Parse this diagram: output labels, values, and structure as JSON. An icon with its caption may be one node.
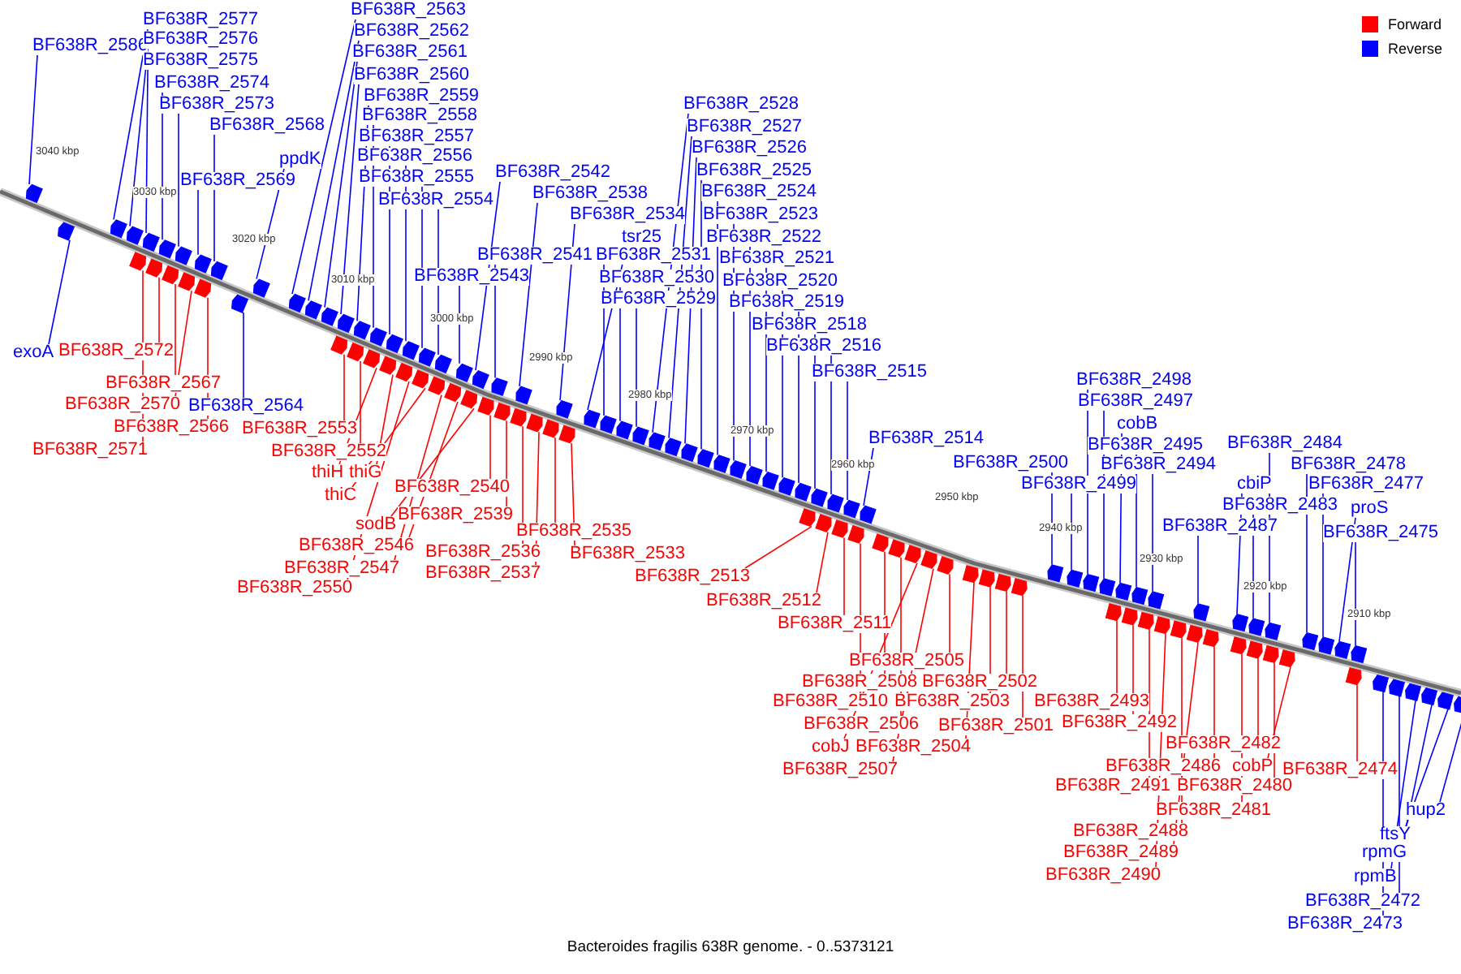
{
  "diagram": {
    "caption": "Bacteroides fragilis 638R genome. - 0..5373121",
    "nodes": [
      {
        "text": [
          "BF638R_2586"
        ]
      },
      {
        "text": [
          "BF638R_2577"
        ]
      },
      {
        "text": [
          "BF638R_2576"
        ]
      },
      {
        "text": [
          "BF638R_2575"
        ]
      },
      {
        "text": [
          "BF638R_2574"
        ]
      },
      {
        "text": [
          "BF638R_2573"
        ]
      },
      {
        "text": [
          "BF638R_2568"
        ]
      },
      {
        "text": [
          "ppdK"
        ]
      },
      {
        "text": [
          "BF638R_2569"
        ]
      },
      {
        "text": [
          "BF638R_2563"
        ]
      },
      {
        "text": [
          "BF638R_2562"
        ]
      },
      {
        "text": [
          "BF638R_2561"
        ]
      },
      {
        "text": [
          "BF638R_2560"
        ]
      },
      {
        "text": [
          "BF638R_2559"
        ]
      },
      {
        "text": [
          "BF638R_2558"
        ]
      },
      {
        "text": [
          "BF638R_2557"
        ]
      },
      {
        "text": [
          "BF638R_2556"
        ]
      },
      {
        "text": [
          "BF638R_2555"
        ]
      },
      {
        "text": [
          "BF638R_2554"
        ]
      },
      {
        "text": [
          "BF638R_2542"
        ]
      },
      {
        "text": [
          "BF638R_2538"
        ]
      },
      {
        "text": [
          "BF638R_2534"
        ]
      },
      {
        "text": [
          "tsr25"
        ]
      },
      {
        "text": [
          "BF638R_2541"
        ]
      },
      {
        "text": [
          "BF638R_2531"
        ]
      },
      {
        "text": [
          "BF638R_2543"
        ]
      },
      {
        "text": [
          "BF638R_2530"
        ]
      },
      {
        "text": [
          "BF638R_2529"
        ]
      },
      {
        "text": [
          "BF638R_2528"
        ]
      },
      {
        "text": [
          "BF638R_2527"
        ]
      },
      {
        "text": [
          "BF638R_2526"
        ]
      },
      {
        "text": [
          "BF638R_2525"
        ]
      },
      {
        "text": [
          "BF638R_2524"
        ]
      },
      {
        "text": [
          "BF638R_2523"
        ]
      },
      {
        "text": [
          "BF638R_2522"
        ]
      },
      {
        "text": [
          "BF638R_2521"
        ]
      },
      {
        "text": [
          "BF638R_2520"
        ]
      },
      {
        "text": [
          "BF638R_2519"
        ]
      },
      {
        "text": [
          "BF638R_2518"
        ]
      },
      {
        "text": [
          "BF638R_2516"
        ]
      },
      {
        "text": [
          "BF638R_2515"
        ]
      },
      {
        "text": [
          "BF638R_2514"
        ]
      },
      {
        "text": [
          "BF638R_2500"
        ]
      },
      {
        "text": [
          "BF638R_2498"
        ]
      },
      {
        "text": [
          "BF638R_2497"
        ]
      },
      {
        "text": [
          "cobB"
        ]
      },
      {
        "text": [
          "BF638R_2495"
        ]
      },
      {
        "text": [
          "BF638R_2494"
        ]
      },
      {
        "text": [
          "BF638R_2499"
        ]
      },
      {
        "text": [
          "BF638R_2484"
        ]
      },
      {
        "text": [
          "BF638R_2478"
        ]
      },
      {
        "text": [
          "cbiP"
        ]
      },
      {
        "text": [
          "BF638R_2477"
        ]
      },
      {
        "text": [
          "BF638R_2483"
        ]
      },
      {
        "text": [
          "proS"
        ]
      },
      {
        "text": [
          "BF638R_2487"
        ]
      },
      {
        "text": [
          "BF638R_2475"
        ]
      },
      {
        "text": [
          "exoA"
        ]
      },
      {
        "text": [
          "BF638R_2564"
        ]
      },
      {
        "text": [
          "BF638R_2572"
        ]
      },
      {
        "text": [
          "BF638R_2567"
        ]
      },
      {
        "text": [
          "BF638R_2570"
        ]
      },
      {
        "text": [
          "BF638R_2566"
        ]
      },
      {
        "text": [
          "BF638R_2571"
        ]
      },
      {
        "text": [
          "BF638R_2553"
        ]
      },
      {
        "text": [
          "BF638R_2552"
        ]
      },
      {
        "text": [
          "thiH"
        ]
      },
      {
        "text": [
          "thiG"
        ]
      },
      {
        "text": [
          "BF638R_2540"
        ]
      },
      {
        "text": [
          "thiC"
        ]
      },
      {
        "text": [
          "BF638R_2539"
        ]
      },
      {
        "text": [
          "sodB"
        ]
      },
      {
        "text": [
          "BF638R_2535"
        ]
      },
      {
        "text": [
          "BF638R_2546"
        ]
      },
      {
        "text": [
          "BF638R_2536"
        ]
      },
      {
        "text": [
          "BF638R_2533"
        ]
      },
      {
        "text": [
          "BF638R_2547"
        ]
      },
      {
        "text": [
          "BF638R_2537"
        ]
      },
      {
        "text": [
          "BF638R_2513"
        ]
      },
      {
        "text": [
          "BF638R_2550"
        ]
      },
      {
        "text": [
          "BF638R_2512"
        ]
      },
      {
        "text": [
          "BF638R_2511"
        ]
      },
      {
        "text": [
          "BF638R_2505"
        ]
      },
      {
        "text": [
          "BF638R_2508"
        ]
      },
      {
        "text": [
          "BF638R_2502"
        ]
      },
      {
        "text": [
          "BF638R_2510"
        ]
      },
      {
        "text": [
          "BF638R_2503"
        ]
      },
      {
        "text": [
          "BF638R_2493"
        ]
      },
      {
        "text": [
          "BF638R_2492"
        ]
      },
      {
        "text": [
          "BF638R_2506"
        ]
      },
      {
        "text": [
          "BF638R_2501"
        ]
      },
      {
        "text": [
          "BF638R_2482"
        ]
      },
      {
        "text": [
          "cobJ"
        ]
      },
      {
        "text": [
          "BF638R_2504"
        ]
      },
      {
        "text": [
          "BF638R_2486"
        ]
      },
      {
        "text": [
          "cobP"
        ]
      },
      {
        "text": [
          "BF638R_2474"
        ]
      },
      {
        "text": [
          "BF638R_2507"
        ]
      },
      {
        "text": [
          "BF638R_2491"
        ]
      },
      {
        "text": [
          "BF638R_2480"
        ]
      },
      {
        "text": [
          "BF638R_2481"
        ]
      },
      {
        "text": [
          "BF638R_2488"
        ]
      },
      {
        "text": [
          "BF638R_2489"
        ]
      },
      {
        "text": [
          "BF638R_2490"
        ]
      },
      {
        "text": [
          "hup2"
        ]
      },
      {
        "text": [
          "ftsY"
        ]
      },
      {
        "text": [
          "rpmG"
        ]
      },
      {
        "text": [
          "rpmB"
        ]
      },
      {
        "text": [
          "BF638R_2472"
        ]
      },
      {
        "text": [
          "BF638R_2473"
        ]
      },
      {
        "text": [],
        "shape": "pentagon"
      },
      {
        "text": [],
        "shape": "pentagon"
      },
      {
        "text": [],
        "shape": "pentagon"
      },
      {
        "text": [],
        "shape": "pentagon"
      },
      {
        "text": [],
        "shape": "pentagon"
      },
      {
        "text": [],
        "shape": "pentagon"
      },
      {
        "text": [],
        "shape": "pentagon"
      },
      {
        "text": [],
        "shape": "pentagon"
      },
      {
        "text": [],
        "shape": "pentagon"
      },
      {
        "text": [],
        "shape": "pentagon"
      },
      {
        "text": [],
        "shape": "pentagon"
      },
      {
        "text": [],
        "shape": "pentagon"
      },
      {
        "text": [],
        "shape": "pentagon"
      },
      {
        "text": [],
        "shape": "pentagon"
      },
      {
        "text": [],
        "shape": "pentagon"
      },
      {
        "text": [],
        "shape": "pentagon"
      },
      {
        "text": [],
        "shape": "pentagon"
      },
      {
        "text": [],
        "shape": "pentagon"
      },
      {
        "text": [],
        "shape": "pentagon"
      },
      {
        "text": [],
        "shape": "pentagon"
      },
      {
        "text": [],
        "shape": "pentagon"
      },
      {
        "text": [],
        "shape": "pentagon"
      },
      {
        "text": [],
        "shape": "pentagon"
      },
      {
        "text": [],
        "shape": "pentagon"
      },
      {
        "text": [],
        "shape": "pentagon"
      },
      {
        "text": [],
        "shape": "pentagon"
      },
      {
        "text": [],
        "shape": "pentagon"
      },
      {
        "text": [],
        "shape": "pentagon"
      },
      {
        "text": [],
        "shape": "pentagon"
      },
      {
        "text": [],
        "shape": "pentagon"
      },
      {
        "text": [],
        "shape": "pentagon"
      },
      {
        "text": [],
        "shape": "pentagon"
      },
      {
        "text": [],
        "shape": "pentagon"
      },
      {
        "text": [],
        "shape": "pentagon"
      },
      {
        "text": [],
        "shape": "pentagon"
      },
      {
        "text": [],
        "shape": "pentagon"
      },
      {
        "text": [],
        "shape": "pentagon"
      },
      {
        "text": [],
        "shape": "pentagon"
      },
      {
        "text": [],
        "shape": "pentagon"
      },
      {
        "text": [],
        "shape": "pentagon"
      },
      {
        "text": [],
        "shape": "pentagon"
      },
      {
        "text": [],
        "shape": "pentagon"
      },
      {
        "text": [],
        "shape": "pentagon"
      },
      {
        "text": [],
        "shape": "pentagon"
      },
      {
        "text": [],
        "shape": "pentagon"
      },
      {
        "text": [],
        "shape": "pentagon"
      },
      {
        "text": [],
        "shape": "pentagon"
      },
      {
        "text": [],
        "shape": "pentagon"
      },
      {
        "text": [],
        "shape": "pentagon"
      },
      {
        "text": [],
        "shape": "pentagon"
      },
      {
        "text": [],
        "shape": "pentagon"
      },
      {
        "text": [],
        "shape": "pentagon"
      },
      {
        "text": [],
        "shape": "pentagon"
      },
      {
        "text": [],
        "shape": "pentagon"
      },
      {
        "text": [],
        "shape": "pentagon"
      },
      {
        "text": [],
        "shape": "pentagon"
      },
      {
        "text": [],
        "shape": "pentagon"
      },
      {
        "text": [],
        "shape": "pentagon"
      },
      {
        "text": [],
        "shape": "pentagon"
      },
      {
        "text": [],
        "shape": "pentagon"
      },
      {
        "text": [],
        "shape": "pentagon"
      },
      {
        "text": [],
        "shape": "pentagon"
      },
      {
        "text": [],
        "shape": "pentagon"
      },
      {
        "text": [],
        "shape": "pentagon"
      },
      {
        "text": [],
        "shape": "pentagon"
      },
      {
        "text": [],
        "shape": "pentagon"
      },
      {
        "text": [],
        "shape": "pentagon"
      },
      {
        "text": [],
        "shape": "pentagon"
      },
      {
        "text": [],
        "shape": "pentagon"
      },
      {
        "text": [],
        "shape": "pentagon"
      },
      {
        "text": [],
        "shape": "pentagon"
      },
      {
        "text": [],
        "shape": "pentagon"
      },
      {
        "text": [],
        "shape": "pentagon"
      },
      {
        "text": [],
        "shape": "pentagon"
      },
      {
        "text": [],
        "shape": "pentagon"
      },
      {
        "text": [],
        "shape": "pentagon"
      },
      {
        "text": [],
        "shape": "pentagon"
      },
      {
        "text": [],
        "shape": "pentagon"
      },
      {
        "text": [],
        "shape": "pentagon"
      },
      {
        "text": [],
        "shape": "pentagon"
      },
      {
        "text": [],
        "shape": "pentagon"
      },
      {
        "text": [],
        "shape": "pentagon"
      },
      {
        "text": [],
        "shape": "pentagon"
      },
      {
        "text": [],
        "shape": "pentagon"
      },
      {
        "text": [],
        "shape": "pentagon"
      },
      {
        "text": [],
        "shape": "pentagon"
      },
      {
        "text": [],
        "shape": "pentagon"
      },
      {
        "text": [],
        "shape": "pentagon"
      },
      {
        "text": [],
        "shape": "pentagon"
      },
      {
        "text": [],
        "shape": "pentagon"
      },
      {
        "text": [],
        "shape": "pentagon"
      },
      {
        "text": [],
        "shape": "pentagon"
      },
      {
        "text": [],
        "shape": "pentagon"
      },
      {
        "text": [],
        "shape": "pentagon"
      },
      {
        "text": [],
        "shape": "pentagon"
      },
      {
        "text": [],
        "shape": "pentagon"
      },
      {
        "text": [],
        "shape": "pentagon"
      },
      {
        "text": [],
        "shape": "pentagon"
      },
      {
        "text": [],
        "shape": "pentagon"
      },
      {
        "text": [],
        "shape": "pentagon"
      },
      {
        "text": [],
        "shape": "pentagon"
      },
      {
        "text": [],
        "shape": "pentagon"
      },
      {
        "text": [],
        "shape": "pentagon"
      },
      {
        "text": [],
        "shape": "pentagon"
      },
      {
        "text": [],
        "shape": "pentagon"
      },
      {
        "text": [],
        "shape": "pentagon"
      },
      {
        "text": [],
        "shape": "pentagon"
      },
      {
        "text": [],
        "shape": "pentagon"
      },
      {
        "text": [],
        "shape": "pentagon"
      },
      {
        "text": [],
        "shape": "pentagon"
      }
    ],
    "edges": [
      {
        "from": 0,
        "to": 110,
        "arrow": "none",
        "color": "#0000ff"
      },
      {
        "from": 57,
        "to": 111,
        "arrow": "none",
        "color": "#0000ff"
      },
      {
        "from": 1,
        "to": 112,
        "arrow": "none",
        "color": "#0000ff"
      },
      {
        "from": 2,
        "to": 113,
        "arrow": "none",
        "color": "#0000ff"
      },
      {
        "from": 3,
        "to": 114,
        "arrow": "none",
        "color": "#0000ff"
      },
      {
        "from": 63,
        "to": 115,
        "arrow": "none",
        "color": "#ff0000"
      },
      {
        "from": 4,
        "to": 116,
        "arrow": "none",
        "color": "#0000ff"
      },
      {
        "from": 59,
        "to": 117,
        "arrow": "none",
        "color": "#ff0000"
      },
      {
        "from": 60,
        "to": 118,
        "arrow": "none",
        "color": "#ff0000"
      },
      {
        "from": 5,
        "to": 119,
        "arrow": "none",
        "color": "#0000ff"
      },
      {
        "from": 61,
        "to": 120,
        "arrow": "none",
        "color": "#ff0000"
      },
      {
        "from": 8,
        "to": 121,
        "arrow": "none",
        "color": "#0000ff"
      },
      {
        "from": 62,
        "to": 122,
        "arrow": "none",
        "color": "#ff0000"
      },
      {
        "from": 6,
        "to": 123,
        "arrow": "none",
        "color": "#0000ff"
      },
      {
        "from": 58,
        "to": 124,
        "arrow": "none",
        "color": "#0000ff"
      },
      {
        "from": 7,
        "to": 125,
        "arrow": "none",
        "color": "#0000ff"
      },
      {
        "from": 9,
        "to": 126,
        "arrow": "none",
        "color": "#0000ff"
      },
      {
        "from": 10,
        "to": 127,
        "arrow": "none",
        "color": "#0000ff"
      },
      {
        "from": 11,
        "to": 128,
        "arrow": "none",
        "color": "#0000ff"
      },
      {
        "from": 12,
        "to": 129,
        "arrow": "none",
        "color": "#0000ff"
      },
      {
        "from": 13,
        "to": 130,
        "arrow": "none",
        "color": "#0000ff"
      },
      {
        "from": 14,
        "to": 131,
        "arrow": "none",
        "color": "#0000ff"
      },
      {
        "from": 15,
        "to": 132,
        "arrow": "none",
        "color": "#0000ff"
      },
      {
        "from": 16,
        "to": 133,
        "arrow": "none",
        "color": "#0000ff"
      },
      {
        "from": 64,
        "to": 134,
        "arrow": "none",
        "color": "#ff0000"
      },
      {
        "from": 17,
        "to": 135,
        "arrow": "none",
        "color": "#0000ff"
      },
      {
        "from": 65,
        "to": 136,
        "arrow": "none",
        "color": "#ff0000"
      },
      {
        "from": 66,
        "to": 137,
        "arrow": "none",
        "color": "#ff0000"
      },
      {
        "from": 18,
        "to": 138,
        "arrow": "none",
        "color": "#0000ff"
      },
      {
        "from": 67,
        "to": 139,
        "arrow": "none",
        "color": "#ff0000"
      },
      {
        "from": 79,
        "to": 140,
        "arrow": "none",
        "color": "#ff0000"
      },
      {
        "from": 69,
        "to": 141,
        "arrow": "none",
        "color": "#ff0000"
      },
      {
        "from": 76,
        "to": 142,
        "arrow": "none",
        "color": "#ff0000"
      },
      {
        "from": 73,
        "to": 143,
        "arrow": "none",
        "color": "#ff0000"
      },
      {
        "from": 71,
        "to": 144,
        "arrow": "none",
        "color": "#ff0000"
      },
      {
        "from": 25,
        "to": 145,
        "arrow": "none",
        "color": "#0000ff"
      },
      {
        "from": 19,
        "to": 146,
        "arrow": "none",
        "color": "#0000ff"
      },
      {
        "from": 68,
        "to": 147,
        "arrow": "none",
        "color": "#ff0000"
      },
      {
        "from": 70,
        "to": 148,
        "arrow": "none",
        "color": "#ff0000"
      },
      {
        "from": 23,
        "to": 149,
        "arrow": "none",
        "color": "#0000ff"
      },
      {
        "from": 74,
        "to": 150,
        "arrow": "none",
        "color": "#ff0000"
      },
      {
        "from": 77,
        "to": 151,
        "arrow": "none",
        "color": "#ff0000"
      },
      {
        "from": 20,
        "to": 152,
        "arrow": "none",
        "color": "#0000ff"
      },
      {
        "from": 72,
        "to": 153,
        "arrow": "none",
        "color": "#ff0000"
      },
      {
        "from": 75,
        "to": 154,
        "arrow": "none",
        "color": "#ff0000"
      },
      {
        "from": 21,
        "to": 155,
        "arrow": "none",
        "color": "#0000ff"
      },
      {
        "from": 22,
        "to": 156,
        "arrow": "none",
        "color": "#0000ff"
      },
      {
        "from": 24,
        "to": 157,
        "arrow": "none",
        "color": "#0000ff"
      },
      {
        "from": 26,
        "to": 158,
        "arrow": "none",
        "color": "#0000ff"
      },
      {
        "from": 27,
        "to": 159,
        "arrow": "none",
        "color": "#0000ff"
      },
      {
        "from": 28,
        "to": 160,
        "arrow": "none",
        "color": "#0000ff"
      },
      {
        "from": 29,
        "to": 161,
        "arrow": "none",
        "color": "#0000ff"
      },
      {
        "from": 30,
        "to": 162,
        "arrow": "none",
        "color": "#0000ff"
      },
      {
        "from": 31,
        "to": 163,
        "arrow": "none",
        "color": "#0000ff"
      },
      {
        "from": 32,
        "to": 164,
        "arrow": "none",
        "color": "#0000ff"
      },
      {
        "from": 33,
        "to": 165,
        "arrow": "none",
        "color": "#0000ff"
      },
      {
        "from": 34,
        "to": 166,
        "arrow": "none",
        "color": "#0000ff"
      },
      {
        "from": 35,
        "to": 167,
        "arrow": "none",
        "color": "#0000ff"
      },
      {
        "from": 36,
        "to": 168,
        "arrow": "none",
        "color": "#0000ff"
      },
      {
        "from": 37,
        "to": 169,
        "arrow": "none",
        "color": "#0000ff"
      },
      {
        "from": 38,
        "to": 170,
        "arrow": "none",
        "color": "#0000ff"
      },
      {
        "from": 39,
        "to": 171,
        "arrow": "none",
        "color": "#0000ff"
      },
      {
        "from": 40,
        "to": 172,
        "arrow": "none",
        "color": "#0000ff"
      },
      {
        "from": 78,
        "to": 173,
        "arrow": "none",
        "color": "#ff0000"
      },
      {
        "from": 41,
        "to": 174,
        "arrow": "none",
        "color": "#0000ff"
      },
      {
        "from": 80,
        "to": 175,
        "arrow": "none",
        "color": "#ff0000"
      },
      {
        "from": 81,
        "to": 176,
        "arrow": "none",
        "color": "#ff0000"
      },
      {
        "from": 85,
        "to": 177,
        "arrow": "none",
        "color": "#ff0000"
      },
      {
        "from": 83,
        "to": 178,
        "arrow": "none",
        "color": "#ff0000"
      },
      {
        "from": 89,
        "to": 179,
        "arrow": "none",
        "color": "#ff0000"
      },
      {
        "from": 92,
        "to": 180,
        "arrow": "none",
        "color": "#ff0000"
      },
      {
        "from": 97,
        "to": 181,
        "arrow": "none",
        "color": "#ff0000"
      },
      {
        "from": 82,
        "to": 182,
        "arrow": "none",
        "color": "#ff0000"
      },
      {
        "from": 93,
        "to": 183,
        "arrow": "none",
        "color": "#ff0000"
      },
      {
        "from": 86,
        "to": 184,
        "arrow": "none",
        "color": "#ff0000"
      },
      {
        "from": 84,
        "to": 185,
        "arrow": "none",
        "color": "#ff0000"
      },
      {
        "from": 90,
        "to": 186,
        "arrow": "none",
        "color": "#ff0000"
      },
      {
        "from": 42,
        "to": 187,
        "arrow": "none",
        "color": "#0000ff"
      },
      {
        "from": 48,
        "to": 188,
        "arrow": "none",
        "color": "#0000ff"
      },
      {
        "from": 43,
        "to": 189,
        "arrow": "none",
        "color": "#0000ff"
      },
      {
        "from": 44,
        "to": 190,
        "arrow": "none",
        "color": "#0000ff"
      },
      {
        "from": 45,
        "to": 191,
        "arrow": "none",
        "color": "#0000ff"
      },
      {
        "from": 46,
        "to": 192,
        "arrow": "none",
        "color": "#0000ff"
      },
      {
        "from": 87,
        "to": 193,
        "arrow": "none",
        "color": "#ff0000"
      },
      {
        "from": 47,
        "to": 194,
        "arrow": "none",
        "color": "#0000ff"
      },
      {
        "from": 88,
        "to": 195,
        "arrow": "none",
        "color": "#ff0000"
      },
      {
        "from": 98,
        "to": 196,
        "arrow": "none",
        "color": "#ff0000"
      },
      {
        "from": 103,
        "to": 197,
        "arrow": "none",
        "color": "#ff0000"
      },
      {
        "from": 101,
        "to": 198,
        "arrow": "none",
        "color": "#ff0000"
      },
      {
        "from": 102,
        "to": 199,
        "arrow": "none",
        "color": "#ff0000"
      },
      {
        "from": 94,
        "to": 200,
        "arrow": "none",
        "color": "#ff0000"
      },
      {
        "from": 55,
        "to": 201,
        "arrow": "none",
        "color": "#0000ff"
      },
      {
        "from": 51,
        "to": 202,
        "arrow": "none",
        "color": "#0000ff"
      },
      {
        "from": 100,
        "to": 203,
        "arrow": "none",
        "color": "#ff0000"
      },
      {
        "from": 53,
        "to": 204,
        "arrow": "none",
        "color": "#0000ff"
      },
      {
        "from": 49,
        "to": 205,
        "arrow": "none",
        "color": "#0000ff"
      },
      {
        "from": 91,
        "to": 206,
        "arrow": "none",
        "color": "#ff0000"
      },
      {
        "from": 99,
        "to": 207,
        "arrow": "none",
        "color": "#ff0000"
      },
      {
        "from": 95,
        "to": 208,
        "arrow": "none",
        "color": "#ff0000"
      },
      {
        "from": 50,
        "to": 209,
        "arrow": "none",
        "color": "#0000ff"
      },
      {
        "from": 52,
        "to": 210,
        "arrow": "none",
        "color": "#0000ff"
      },
      {
        "from": 54,
        "to": 211,
        "arrow": "none",
        "color": "#0000ff"
      },
      {
        "from": 56,
        "to": 212,
        "arrow": "none",
        "color": "#0000ff"
      },
      {
        "from": 96,
        "to": 213,
        "arrow": "none",
        "color": "#ff0000"
      },
      {
        "from": 109,
        "to": 214,
        "arrow": "none",
        "color": "#0000ff"
      },
      {
        "from": 108,
        "to": 215,
        "arrow": "none",
        "color": "#0000ff"
      },
      {
        "from": 107,
        "to": 216,
        "arrow": "none",
        "color": "#0000ff"
      },
      {
        "from": 106,
        "to": 217,
        "arrow": "none",
        "color": "#0000ff"
      },
      {
        "from": 105,
        "to": 218,
        "arrow": "none",
        "color": "#0000ff"
      },
      {
        "from": 104,
        "to": 219,
        "arrow": "none",
        "color": "#0000ff"
      }
    ],
    "labels": [
      "3040 kbp",
      "3030 kbp",
      "3020 kbp",
      "3010 kbp",
      "3000 kbp",
      "2990 kbp",
      "2980 kbp",
      "2970 kbp",
      "2960 kbp",
      "2950 kbp",
      "2940 kbp",
      "2930 kbp",
      "2920 kbp",
      "2910 kbp"
    ],
    "legend": [
      {
        "text": "Forward",
        "color": "#ff0000"
      },
      {
        "text": "Reverse",
        "color": "#0000ff"
      }
    ]
  }
}
